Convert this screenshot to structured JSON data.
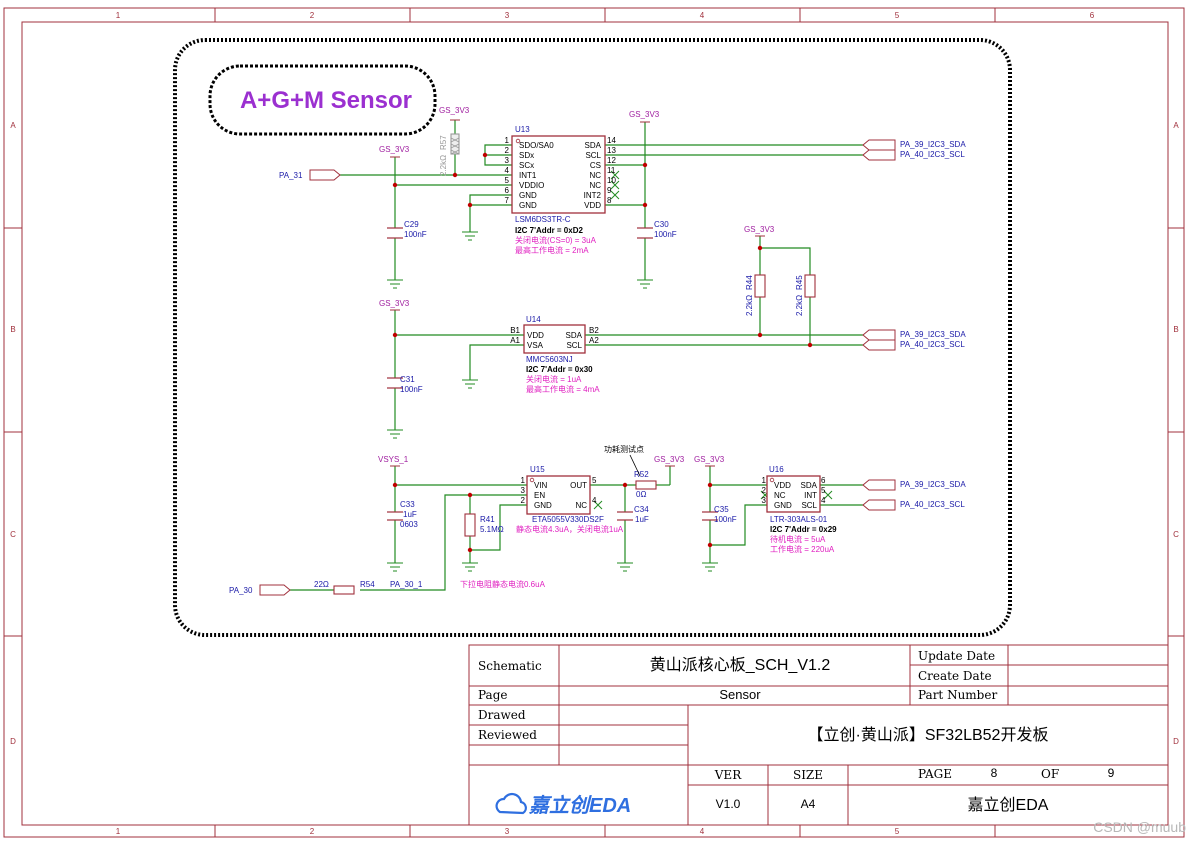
{
  "frame": {
    "columns": [
      "1",
      "2",
      "3",
      "4",
      "5",
      "6"
    ],
    "rows": [
      "A",
      "B",
      "C",
      "D"
    ]
  },
  "colors": {
    "border": "#a0303c",
    "wire": "#228b22",
    "component": "#a0303c",
    "net_label": "#1a1aa8",
    "junction": "#c00000",
    "annotation": "#e020c0",
    "title": "#9b30d0",
    "dashed": "#000000"
  },
  "title_block_label": "A+G+M Sensor",
  "power": {
    "gs_3v3": "GS_3V3",
    "vsys_1": "VSYS_1"
  },
  "nets": {
    "pa_31": "PA_31",
    "pa_30": "PA_30",
    "pa_30_1": "PA_30_1",
    "sda": "PA_39_I2C3_SDA",
    "scl": "PA_40_I2C3_SCL"
  },
  "u13": {
    "ref": "U13",
    "part": "LSM6DS3TR-C",
    "addr": "I2C 7'Addr = 0xD2",
    "note1": "关闭电流(CS=0) = 3uA",
    "note2": "最高工作电流 = 2mA",
    "left_pins": [
      {
        "num": "1",
        "name": "SDO/SA0"
      },
      {
        "num": "2",
        "name": "SDx"
      },
      {
        "num": "3",
        "name": "SCx"
      },
      {
        "num": "4",
        "name": "INT1"
      },
      {
        "num": "5",
        "name": "VDDIO"
      },
      {
        "num": "6",
        "name": "GND"
      },
      {
        "num": "7",
        "name": "GND"
      }
    ],
    "right_pins": [
      {
        "num": "14",
        "name": "SDA"
      },
      {
        "num": "13",
        "name": "SCL"
      },
      {
        "num": "12",
        "name": "CS"
      },
      {
        "num": "11",
        "name": "NC"
      },
      {
        "num": "10",
        "name": "NC"
      },
      {
        "num": "9",
        "name": "INT2"
      },
      {
        "num": "8",
        "name": "VDD"
      }
    ]
  },
  "r57": {
    "ref": "R57",
    "value": "2.2kΩ"
  },
  "c29": {
    "ref": "C29",
    "value": "100nF"
  },
  "c30": {
    "ref": "C30",
    "value": "100nF"
  },
  "u14": {
    "ref": "U14",
    "part": "MMC5603NJ",
    "addr": "I2C 7'Addr = 0x30",
    "note1": "关闭电流 = 1uA",
    "note2": "最高工作电流 = 4mA",
    "left_pins": [
      {
        "num": "B1",
        "name": "VDD"
      },
      {
        "num": "A1",
        "name": "VSA"
      }
    ],
    "right_pins": [
      {
        "num": "B2",
        "name": "SDA"
      },
      {
        "num": "A2",
        "name": "SCL"
      }
    ]
  },
  "c31": {
    "ref": "C31",
    "value": "100nF"
  },
  "r44": {
    "ref": "R44",
    "value": "2.2kΩ"
  },
  "r45": {
    "ref": "R45",
    "value": "2.2kΩ"
  },
  "u15": {
    "ref": "U15",
    "part": "ETA5055V330DS2F",
    "note": "静态电流4.3uA，关闭电流1uA",
    "left_pins": [
      {
        "num": "1",
        "name": "VIN"
      },
      {
        "num": "3",
        "name": "EN"
      },
      {
        "num": "2",
        "name": "GND"
      }
    ],
    "right_pins": [
      {
        "num": "5",
        "name": "OUT"
      },
      {
        "num": "4",
        "name": "NC"
      }
    ]
  },
  "test_point_label": "功耗测试点",
  "r52": {
    "ref": "R52",
    "value": "0Ω"
  },
  "c33": {
    "ref": "C33",
    "value": "1uF",
    "pkg": "0603"
  },
  "c34": {
    "ref": "C34",
    "value": "1uF"
  },
  "r41": {
    "ref": "R41",
    "value": "5.1MΩ"
  },
  "r41_note": "下拉电阻静态电流0.6uA",
  "r54": {
    "ref": "R54",
    "value": "22Ω"
  },
  "c35": {
    "ref": "C35",
    "value": "100nF"
  },
  "u16": {
    "ref": "U16",
    "part": "LTR-303ALS-01",
    "addr": "I2C 7'Addr = 0x29",
    "note1": "待机电流 = 5uA",
    "note2": "工作电流 = 220uA",
    "left_pins": [
      {
        "num": "1",
        "name": "VDD"
      },
      {
        "num": "2",
        "name": "NC"
      },
      {
        "num": "3",
        "name": "GND"
      }
    ],
    "right_pins": [
      {
        "num": "6",
        "name": "SDA"
      },
      {
        "num": "5",
        "name": "INT"
      },
      {
        "num": "4",
        "name": "SCL"
      }
    ]
  },
  "title_block": {
    "schematic_label": "Schematic",
    "schematic_value": "黄山派核心板_SCH_V1.2",
    "page_label": "Page",
    "page_value": "Sensor",
    "drawed_label": "Drawed",
    "reviewed_label": "Reviewed",
    "update_date_label": "Update Date",
    "create_date_label": "Create Date",
    "part_number_label": "Part Number",
    "board_name": "【立创·黄山派】SF32LB52开发板",
    "ver_label": "VER",
    "ver_value": "V1.0",
    "size_label": "SIZE",
    "size_value": "A4",
    "page_num_label": "PAGE",
    "page_num": "8",
    "of_label": "OF",
    "page_total": "9",
    "logo_text": "嘉立创EDA",
    "company": "嘉立创EDA"
  },
  "watermark": "CSDN @muub"
}
